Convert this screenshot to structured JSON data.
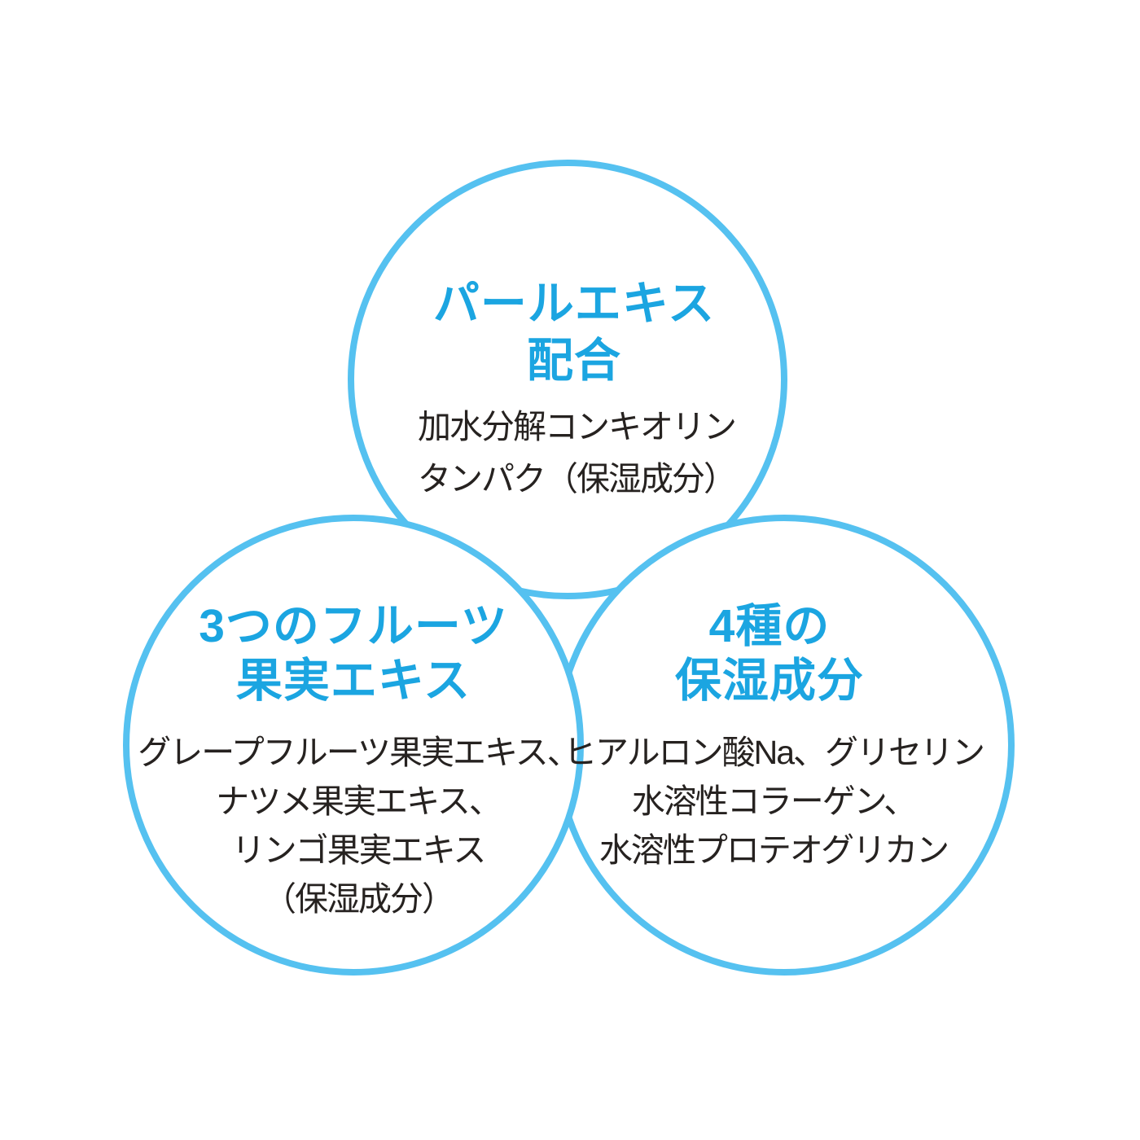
{
  "diagram": {
    "type": "venn-three-circles",
    "background_color": "#ffffff",
    "circle_stroke_color": "#55C1F0",
    "title_color": "#1BA5E1",
    "body_color": "#262220",
    "circles": [
      {
        "id": "pearl-extract",
        "title_lines": [
          "パールエキス",
          "配合"
        ],
        "body_lines": [
          "加水分解コンキオリン",
          "タンパク（保湿成分）"
        ]
      },
      {
        "id": "three-fruit-extracts",
        "title_lines": [
          "3つのフルーツ",
          "果実エキス"
        ],
        "body_lines": [
          "グレープフルーツ果実エキス、",
          "ナツメ果実エキス、",
          "リンゴ果実エキス",
          "（保湿成分）"
        ]
      },
      {
        "id": "four-moisturizers",
        "title_lines": [
          "4種の",
          "保湿成分"
        ],
        "body_lines": [
          "ヒアルロン酸Na、グリセリン",
          "水溶性コラーゲン、",
          "水溶性プロテオグリカン"
        ]
      }
    ]
  }
}
